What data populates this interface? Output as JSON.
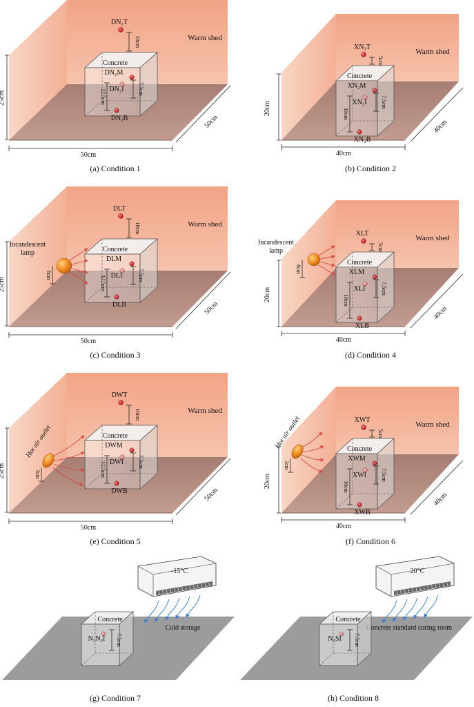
{
  "common": {
    "warm_shed": "Warm shed",
    "concrete": "Concrete",
    "dim_25cm": "25cm",
    "dim_20cm": "20cm",
    "dim_50cm": "50cm",
    "dim_40cm": "40cm",
    "dim_10cm": "10cm",
    "dim_5cm": "5cm",
    "dim_7_5cm": "7.5cm",
    "dim_12_5cm": "12.5cm",
    "dim_8cm": "8cm",
    "dim_3cm": "3cm",
    "lamp": "Incandescent lamp",
    "lamp_line1": "Incandescent",
    "lamp_line2": "lamp",
    "hot_air": "Hot air outlet",
    "cold_storage": "Cold storage",
    "curing_room": "Concrete standard curing room"
  },
  "panels": [
    {
      "id": "a",
      "caption": "(a) Condition 1",
      "size": "large",
      "heat": "none",
      "labels": {
        "T": "DN₂T",
        "M": "DN₂M",
        "I": "DN₂I",
        "B": "DN₂B"
      }
    },
    {
      "id": "b",
      "caption": "(b) Condition 2",
      "size": "small",
      "heat": "none",
      "labels": {
        "T": "XN₂T",
        "M": "XN₂M",
        "I": "XN₂I",
        "B": "XN₂B"
      }
    },
    {
      "id": "c",
      "caption": "(c) Condition 3",
      "size": "large",
      "heat": "lamp",
      "labels": {
        "T": "DLT",
        "M": "DLM",
        "I": "DLI",
        "B": "DLB"
      }
    },
    {
      "id": "d",
      "caption": "(d) Condition 4",
      "size": "small",
      "heat": "lamp",
      "labels": {
        "T": "XLT",
        "M": "XLM",
        "I": "XLI",
        "B": "XLB"
      }
    },
    {
      "id": "e",
      "caption": "(e) Condition 5",
      "size": "large",
      "heat": "air",
      "labels": {
        "T": "DWT",
        "M": "DWM",
        "I": "DWI",
        "B": "DWB"
      }
    },
    {
      "id": "f",
      "caption": "(f) Condition 6",
      "size": "small",
      "heat": "air",
      "labels": {
        "T": "XWT",
        "M": "XWM",
        "I": "XWI",
        "B": "XWB"
      }
    },
    {
      "id": "g",
      "caption": "(g) Condition 7",
      "room": "cold_storage",
      "ac_temp": "-15°C",
      "sensor": "N₂N₂I"
    },
    {
      "id": "h",
      "caption": "(h) Condition 8",
      "room": "curing_room",
      "ac_temp": "20°C",
      "sensor": "N₂SI"
    }
  ],
  "colors": {
    "wall_top": "#f4a98b",
    "wall_light": "#f7c7b1",
    "floor": "#b2877a",
    "floor_gray": "#9a9a9a",
    "sensor": "#c0282d",
    "lamp": "#e88a2a",
    "arrow_red": "#d24a43",
    "arrow_blue": "#3e7fd1"
  }
}
